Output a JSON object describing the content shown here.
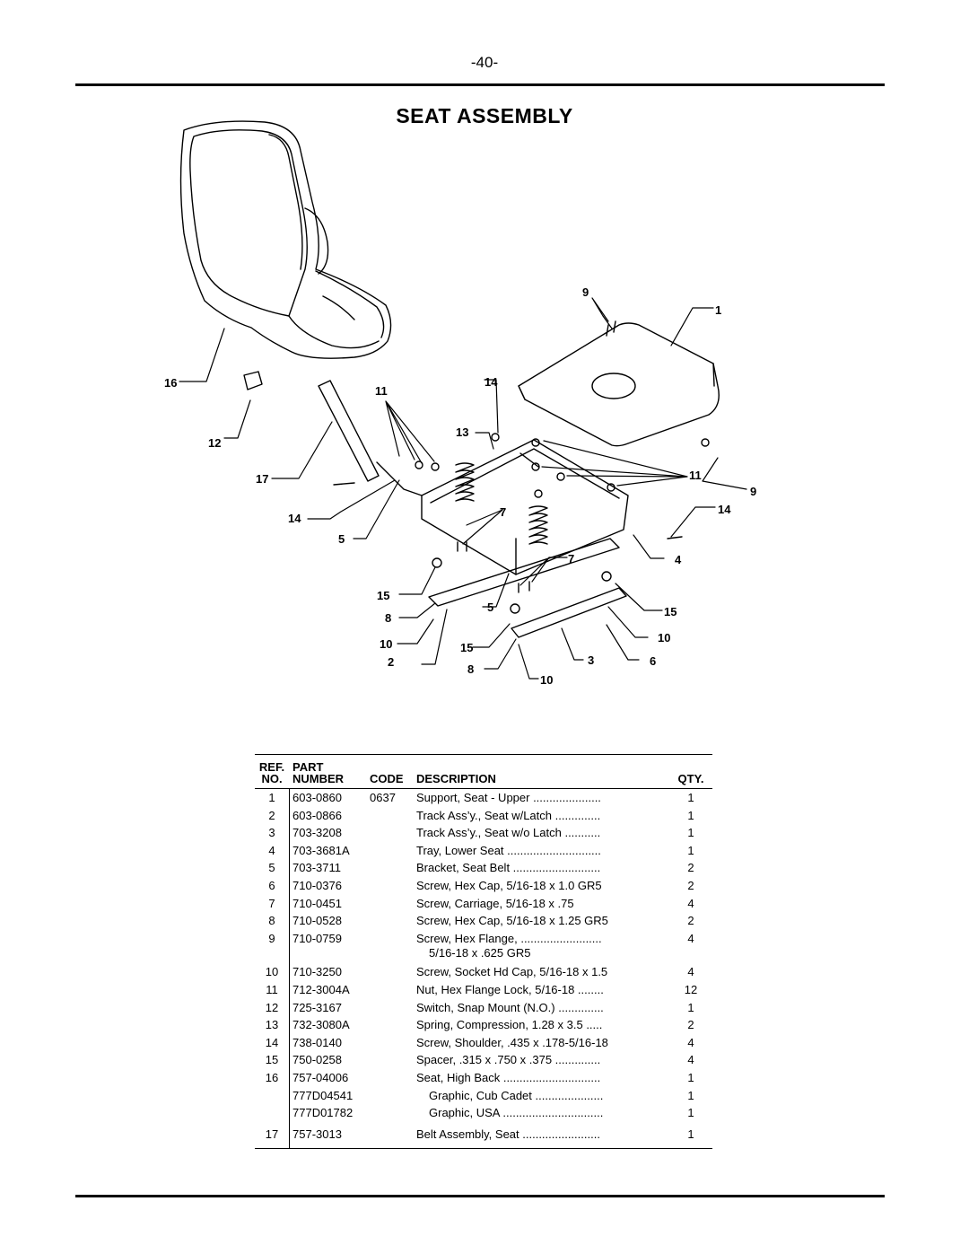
{
  "page_number": "-40-",
  "title": "SEAT ASSEMBLY",
  "diagram_callouts": [
    "1",
    "2",
    "3",
    "4",
    "5",
    "5",
    "6",
    "7",
    "7",
    "8",
    "8",
    "9",
    "9",
    "10",
    "10",
    "10",
    "11",
    "11",
    "12",
    "13",
    "14",
    "14",
    "14",
    "15",
    "15",
    "15",
    "16",
    "17"
  ],
  "table": {
    "headers": {
      "ref_line1": "REF.",
      "ref_line2": "NO.",
      "part_line1": "PART",
      "part_line2": "NUMBER",
      "code": "CODE",
      "description": "DESCRIPTION",
      "qty": "QTY."
    },
    "rows": [
      {
        "ref": "1",
        "part": "603-0860",
        "code": "0637",
        "desc": "Support, Seat - Upper .....................",
        "qty": "1"
      },
      {
        "ref": "2",
        "part": "603-0866",
        "code": "",
        "desc": "Track Ass’y., Seat w/Latch ..............",
        "qty": "1"
      },
      {
        "ref": "3",
        "part": "703-3208",
        "code": "",
        "desc": "Track Ass’y., Seat w/o Latch ...........",
        "qty": "1"
      },
      {
        "ref": "4",
        "part": "703-3681A",
        "code": "",
        "desc": "Tray, Lower Seat .............................",
        "qty": "1"
      },
      {
        "ref": "5",
        "part": "703-3711",
        "code": "",
        "desc": "Bracket, Seat Belt ...........................",
        "qty": "2"
      },
      {
        "ref": "6",
        "part": "710-0376",
        "code": "",
        "desc": "Screw, Hex Cap, 5/16-18 x 1.0 GR5",
        "qty": "2"
      },
      {
        "ref": "7",
        "part": "710-0451",
        "code": "",
        "desc": "Screw, Carriage, 5/16-18 x .75",
        "qty": "4"
      },
      {
        "ref": "8",
        "part": "710-0528",
        "code": "",
        "desc": "Screw, Hex Cap, 5/16-18 x 1.25 GR5",
        "qty": "2"
      },
      {
        "ref": "9",
        "part": "710-0759",
        "code": "",
        "desc": "Screw, Hex Flange, .........................",
        "desc2": "5/16-18 x .625 GR5",
        "qty": "4"
      },
      {
        "ref": "10",
        "part": "710-3250",
        "code": "",
        "desc": "Screw, Socket Hd Cap, 5/16-18 x 1.5",
        "qty": "4"
      },
      {
        "ref": "11",
        "part": "712-3004A",
        "code": "",
        "desc": "Nut, Hex Flange Lock, 5/16-18 ........",
        "qty": "12"
      },
      {
        "ref": "12",
        "part": "725-3167",
        "code": "",
        "desc": "Switch, Snap Mount (N.O.) ..............",
        "qty": "1"
      },
      {
        "ref": "13",
        "part": "732-3080A",
        "code": "",
        "desc": "Spring, Compression, 1.28 x 3.5 .....",
        "qty": "2"
      },
      {
        "ref": "14",
        "part": "738-0140",
        "code": "",
        "desc": "Screw, Shoulder, .435 x .178-5/16-18",
        "qty": "4"
      },
      {
        "ref": "15",
        "part": "750-0258",
        "code": "",
        "desc": "Spacer, .315 x .750 x .375 ..............",
        "qty": "4"
      },
      {
        "ref": "16",
        "part": "757-04006",
        "code": "",
        "desc": "Seat, High Back ..............................",
        "qty": "1"
      },
      {
        "ref": "",
        "part": "777D04541",
        "code": "",
        "desc": "Graphic, Cub Cadet .....................",
        "qty": "1",
        "sub": true
      },
      {
        "ref": "",
        "part": "777D01782",
        "code": "",
        "desc": "Graphic, USA ...............................",
        "qty": "1",
        "sub": true
      },
      {
        "ref": "17",
        "part": "757-3013",
        "code": "",
        "desc": "Belt Assembly, Seat ........................",
        "qty": "1"
      }
    ]
  }
}
